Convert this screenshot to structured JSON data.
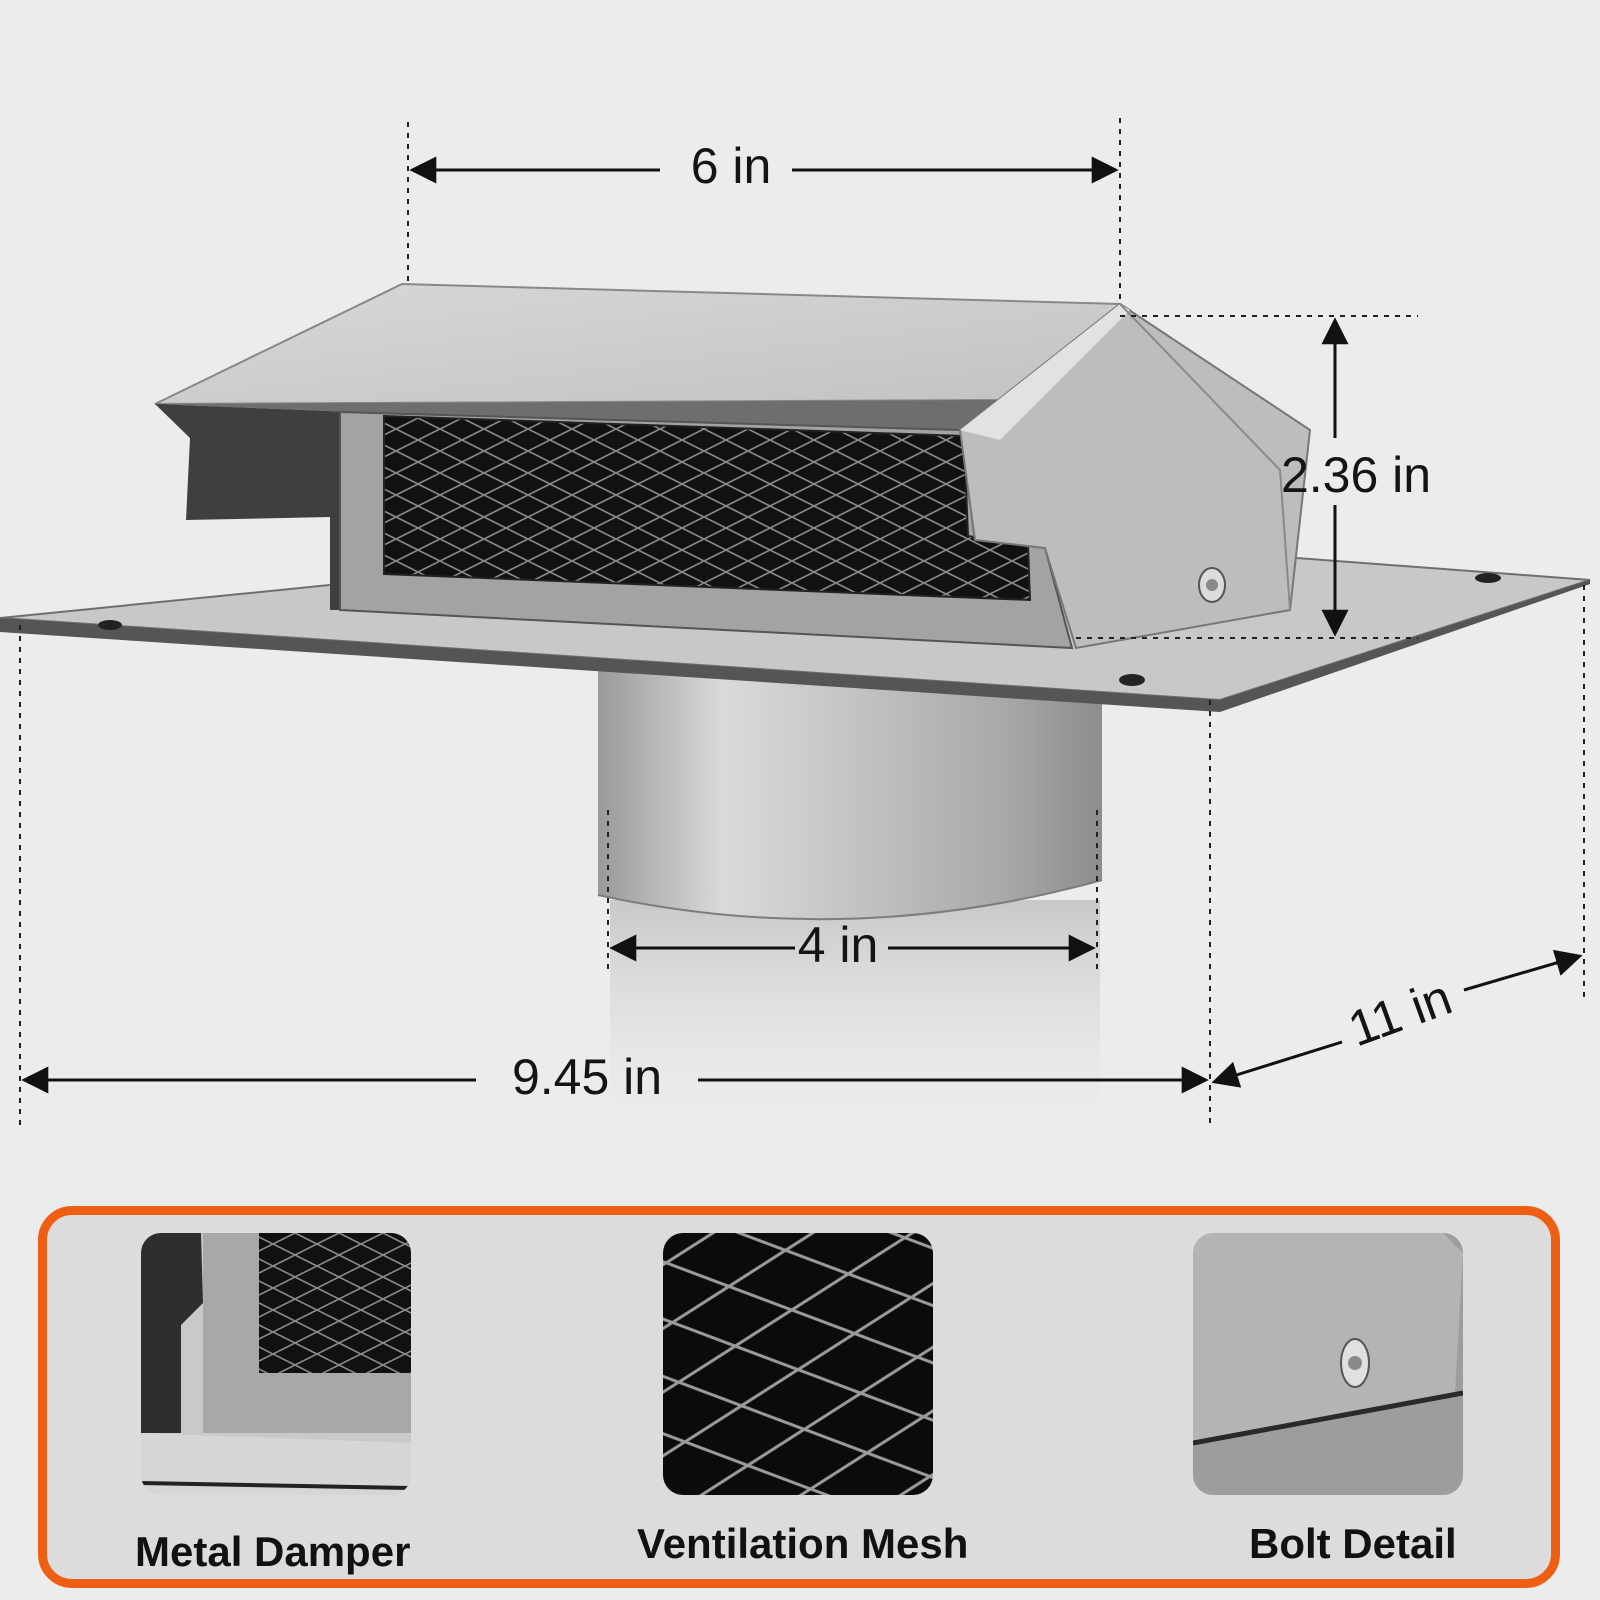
{
  "dimensions": {
    "top_width": "6 in",
    "height": "2.36 in",
    "pipe_diameter": "4 in",
    "base_width": "9.45 in",
    "base_depth": "11 in"
  },
  "details": [
    {
      "label": "Metal Damper",
      "icon": "damper-icon"
    },
    {
      "label": "Ventilation Mesh",
      "icon": "mesh-icon"
    },
    {
      "label": "Bolt Detail",
      "icon": "bolt-icon"
    }
  ],
  "colors": {
    "background": "#ececec",
    "panel_border": "#ee5f14",
    "panel_background": "#dcdcdc",
    "metal": "#b9b9b9",
    "text": "#141414"
  }
}
